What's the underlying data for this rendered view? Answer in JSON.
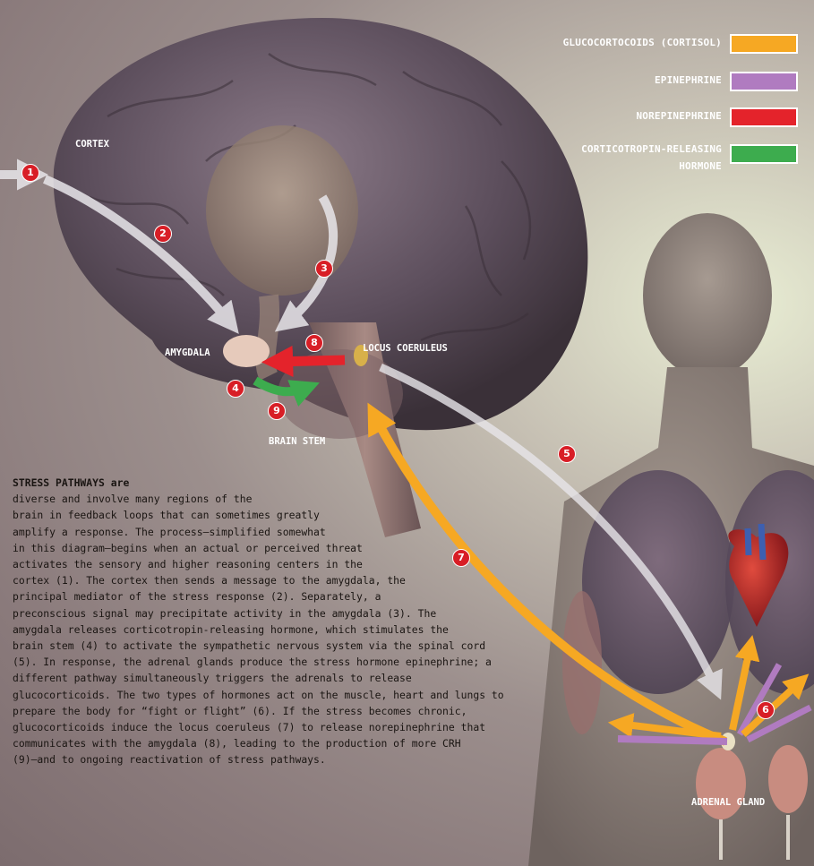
{
  "legend": [
    {
      "label": "GLUCOCORTOCOIDS (CORTISOL)",
      "color": "#f6a823"
    },
    {
      "label": "EPINEPHRINE",
      "color": "#b07bc0"
    },
    {
      "label": "NOREPINEPHRINE",
      "color": "#e4232b"
    },
    {
      "label": "CORTICOTROPIN-RELEASING HORMONE",
      "color": "#3dac4e"
    }
  ],
  "labels": {
    "cortex": "CORTEX",
    "amygdala": "AMYGDALA",
    "locus_coeruleus": "LOCUS COERULEUS",
    "brain_stem": "BRAIN STEM",
    "adrenal_gland": "ADRENAL GLAND"
  },
  "steps": [
    "1",
    "2",
    "3",
    "4",
    "5",
    "6",
    "7",
    "8",
    "9"
  ],
  "caption": {
    "lines": [
      "STRESS PATHWAYS are",
      "diverse and involve many regions of the",
      "brain in feedback loops that can sometimes greatly",
      "amplify a response. The process—simplified somewhat",
      "in this diagram—begins when an actual or perceived threat",
      "activates the sensory and higher reasoning centers in the",
      "cortex (1). The cortex then sends a message to the amygdala, the",
      "principal mediator of the stress response (2). Separately, a",
      "preconscious signal may precipitate activity in the amygdala (3). The",
      "amygdala releases corticotropin-releasing hormone, which stimulates the",
      "brain stem (4) to activate the sympathetic nervous system via the spinal cord",
      "(5). In response, the adrenal glands produce the stress hormone epinephrine; a",
      "different pathway simultaneously triggers the adrenals to release",
      "glucocorticoids. The two types of hormones act on the muscle, heart and lungs to",
      "prepare the body for “fight or flight” (6). If the stress becomes chronic,",
      "glucocorticoids induce the locus coeruleus (7) to release norepinephrine that",
      "communicates with the amygdala (8), leading to the production of more CRH",
      "(9)—and to ongoing reactivation of stress pathways."
    ]
  }
}
